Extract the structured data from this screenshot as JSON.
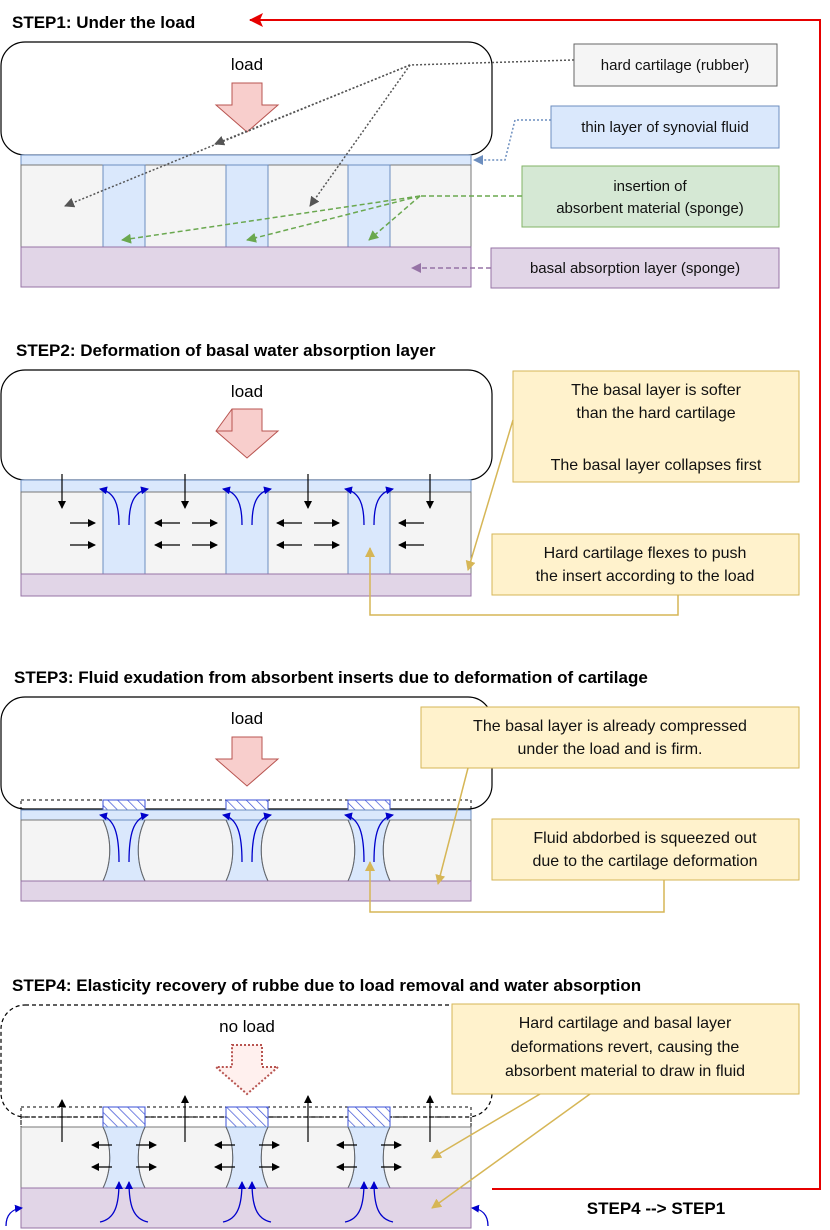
{
  "steps": {
    "s1": "STEP1: Under the load",
    "s2": "STEP2: Deformation of basal water absorption layer",
    "s3": "STEP3: Fluid exudation from absorbent inserts due to deformation of cartilage",
    "s4": "STEP4: Elasticity recovery of rubbe due to load removal and water absorption",
    "loop": "STEP4 --> STEP1"
  },
  "load": {
    "label": "load",
    "no_label": "no load"
  },
  "labels": {
    "hard_cartilage": "hard cartilage (rubber)",
    "synovial": "thin layer of synovial fluid",
    "insertion_l1": "insertion of",
    "insertion_l2": "absorbent material (sponge)",
    "basal": "basal absorption layer (sponge)"
  },
  "notes": {
    "s2a_l1": "The basal layer is softer",
    "s2a_l2": "than the hard cartilage",
    "s2a_l3": "The basal layer collapses first",
    "s2b_l1": "Hard cartilage flexes to push",
    "s2b_l2": "the insert according to the load",
    "s3a_l1": "The basal layer is already compressed",
    "s3a_l2": "under the load and is firm.",
    "s3b_l1": "Fluid abdorbed is squeezed out",
    "s3b_l2": "due to the cartilage deformation",
    "s4_l1": "Hard cartilage and basal layer",
    "s4_l2": "deformations revert, causing the",
    "s4_l3": "absorbent material to draw in fluid"
  },
  "colors": {
    "cartilage": "#f4f4f4",
    "fluid": "#dae8fc",
    "sponge": "#e1d5e7",
    "note_fill": "#fff2cc",
    "note_stroke": "#d6b656",
    "green_fill": "#d5e8d4",
    "green_stroke": "#82b366",
    "load_arrow": "#f8cecc",
    "load_arrow_stroke": "#b85450",
    "flow": "#0000cc",
    "loop": "#e60000"
  }
}
